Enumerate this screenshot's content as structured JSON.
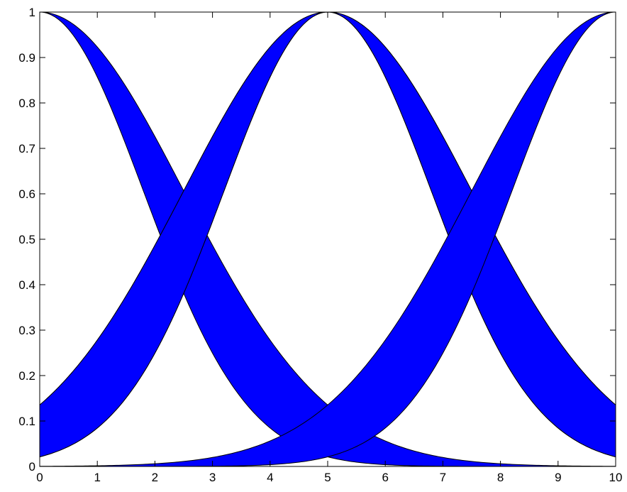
{
  "chart_data": {
    "type": "area",
    "title": "",
    "xlabel": "",
    "ylabel": "",
    "xlim": [
      0,
      10
    ],
    "ylim": [
      0,
      1
    ],
    "grid": false,
    "legend": "none",
    "fill_color": "#0000ff",
    "edge_color": "#000000",
    "x_ticks": [
      0,
      1,
      2,
      3,
      4,
      5,
      6,
      7,
      8,
      9,
      10
    ],
    "x_tick_labels": [
      "0",
      "1",
      "2",
      "3",
      "4",
      "5",
      "6",
      "7",
      "8",
      "9",
      "10"
    ],
    "y_ticks": [
      0,
      0.1,
      0.2,
      0.3,
      0.4,
      0.5,
      0.6,
      0.7,
      0.8,
      0.9,
      1
    ],
    "y_tick_labels": [
      "0",
      "0.1",
      "0.2",
      "0.3",
      "0.4",
      "0.5",
      "0.6",
      "0.7",
      "0.8",
      "0.9",
      "1"
    ],
    "series": [
      {
        "center": 0,
        "upper_sigma": 2.5,
        "lower_sigma": 1.8
      },
      {
        "center": 5,
        "upper_sigma": 2.5,
        "lower_sigma": 1.8
      },
      {
        "center": 5,
        "upper_sigma": 2.5,
        "lower_sigma": 1.8
      },
      {
        "center": 10,
        "upper_sigma": 2.5,
        "lower_sigma": 1.8
      }
    ]
  }
}
